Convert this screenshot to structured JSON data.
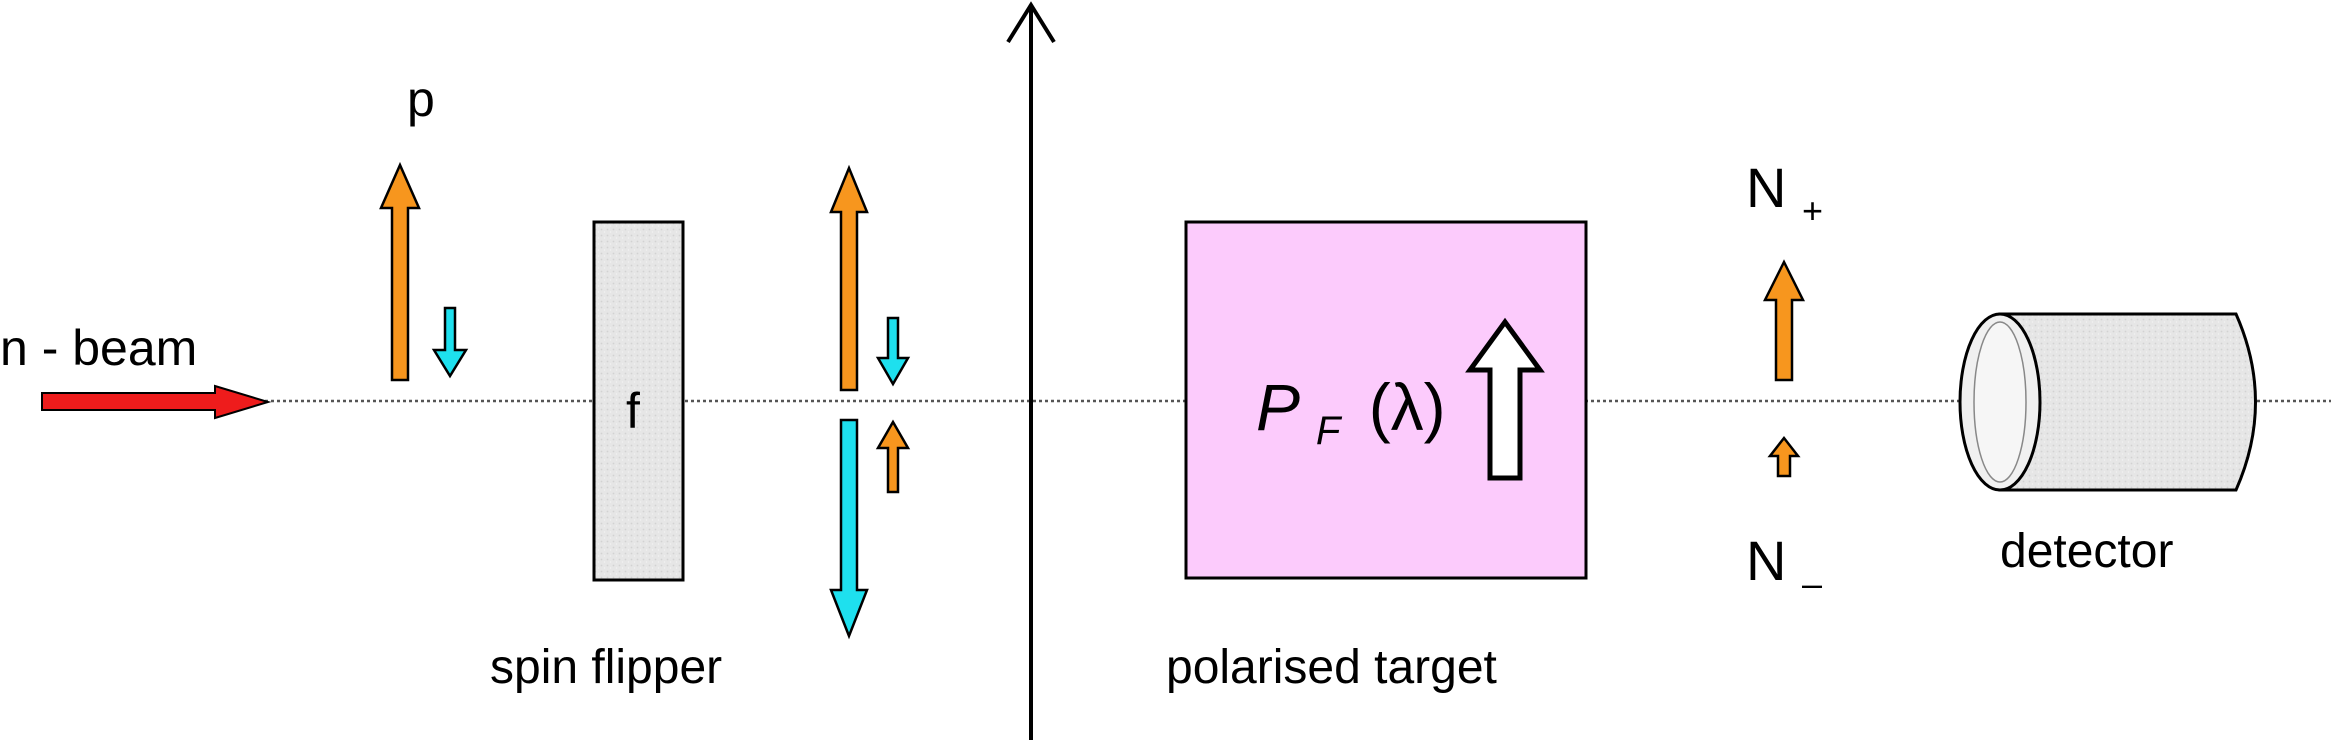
{
  "labels": {
    "beam": "n - beam",
    "polarisation": "p",
    "flipper_symbol": "f",
    "flipper": "spin flipper",
    "target": "polarised target",
    "target_symbol_main": "P",
    "target_symbol_sub": "F",
    "target_symbol_arg": "(λ)",
    "n_plus_main": "N",
    "n_plus_sub": "+",
    "n_minus_main": "N",
    "n_minus_sub": "–",
    "detector": "detector"
  },
  "colors": {
    "beam_arrow": "#ee1c1c",
    "spin_up": "#f7961e",
    "spin_down": "#1ee0ee",
    "flipper_fill": "#e8e8e8",
    "target_fill": "#fccbfc",
    "detector_fill": "#e8e8e8",
    "lines": "#000000"
  },
  "icons": {
    "beam": "right-arrow",
    "target_polarisation": "hollow-up-arrow",
    "detector": "cylinder"
  }
}
